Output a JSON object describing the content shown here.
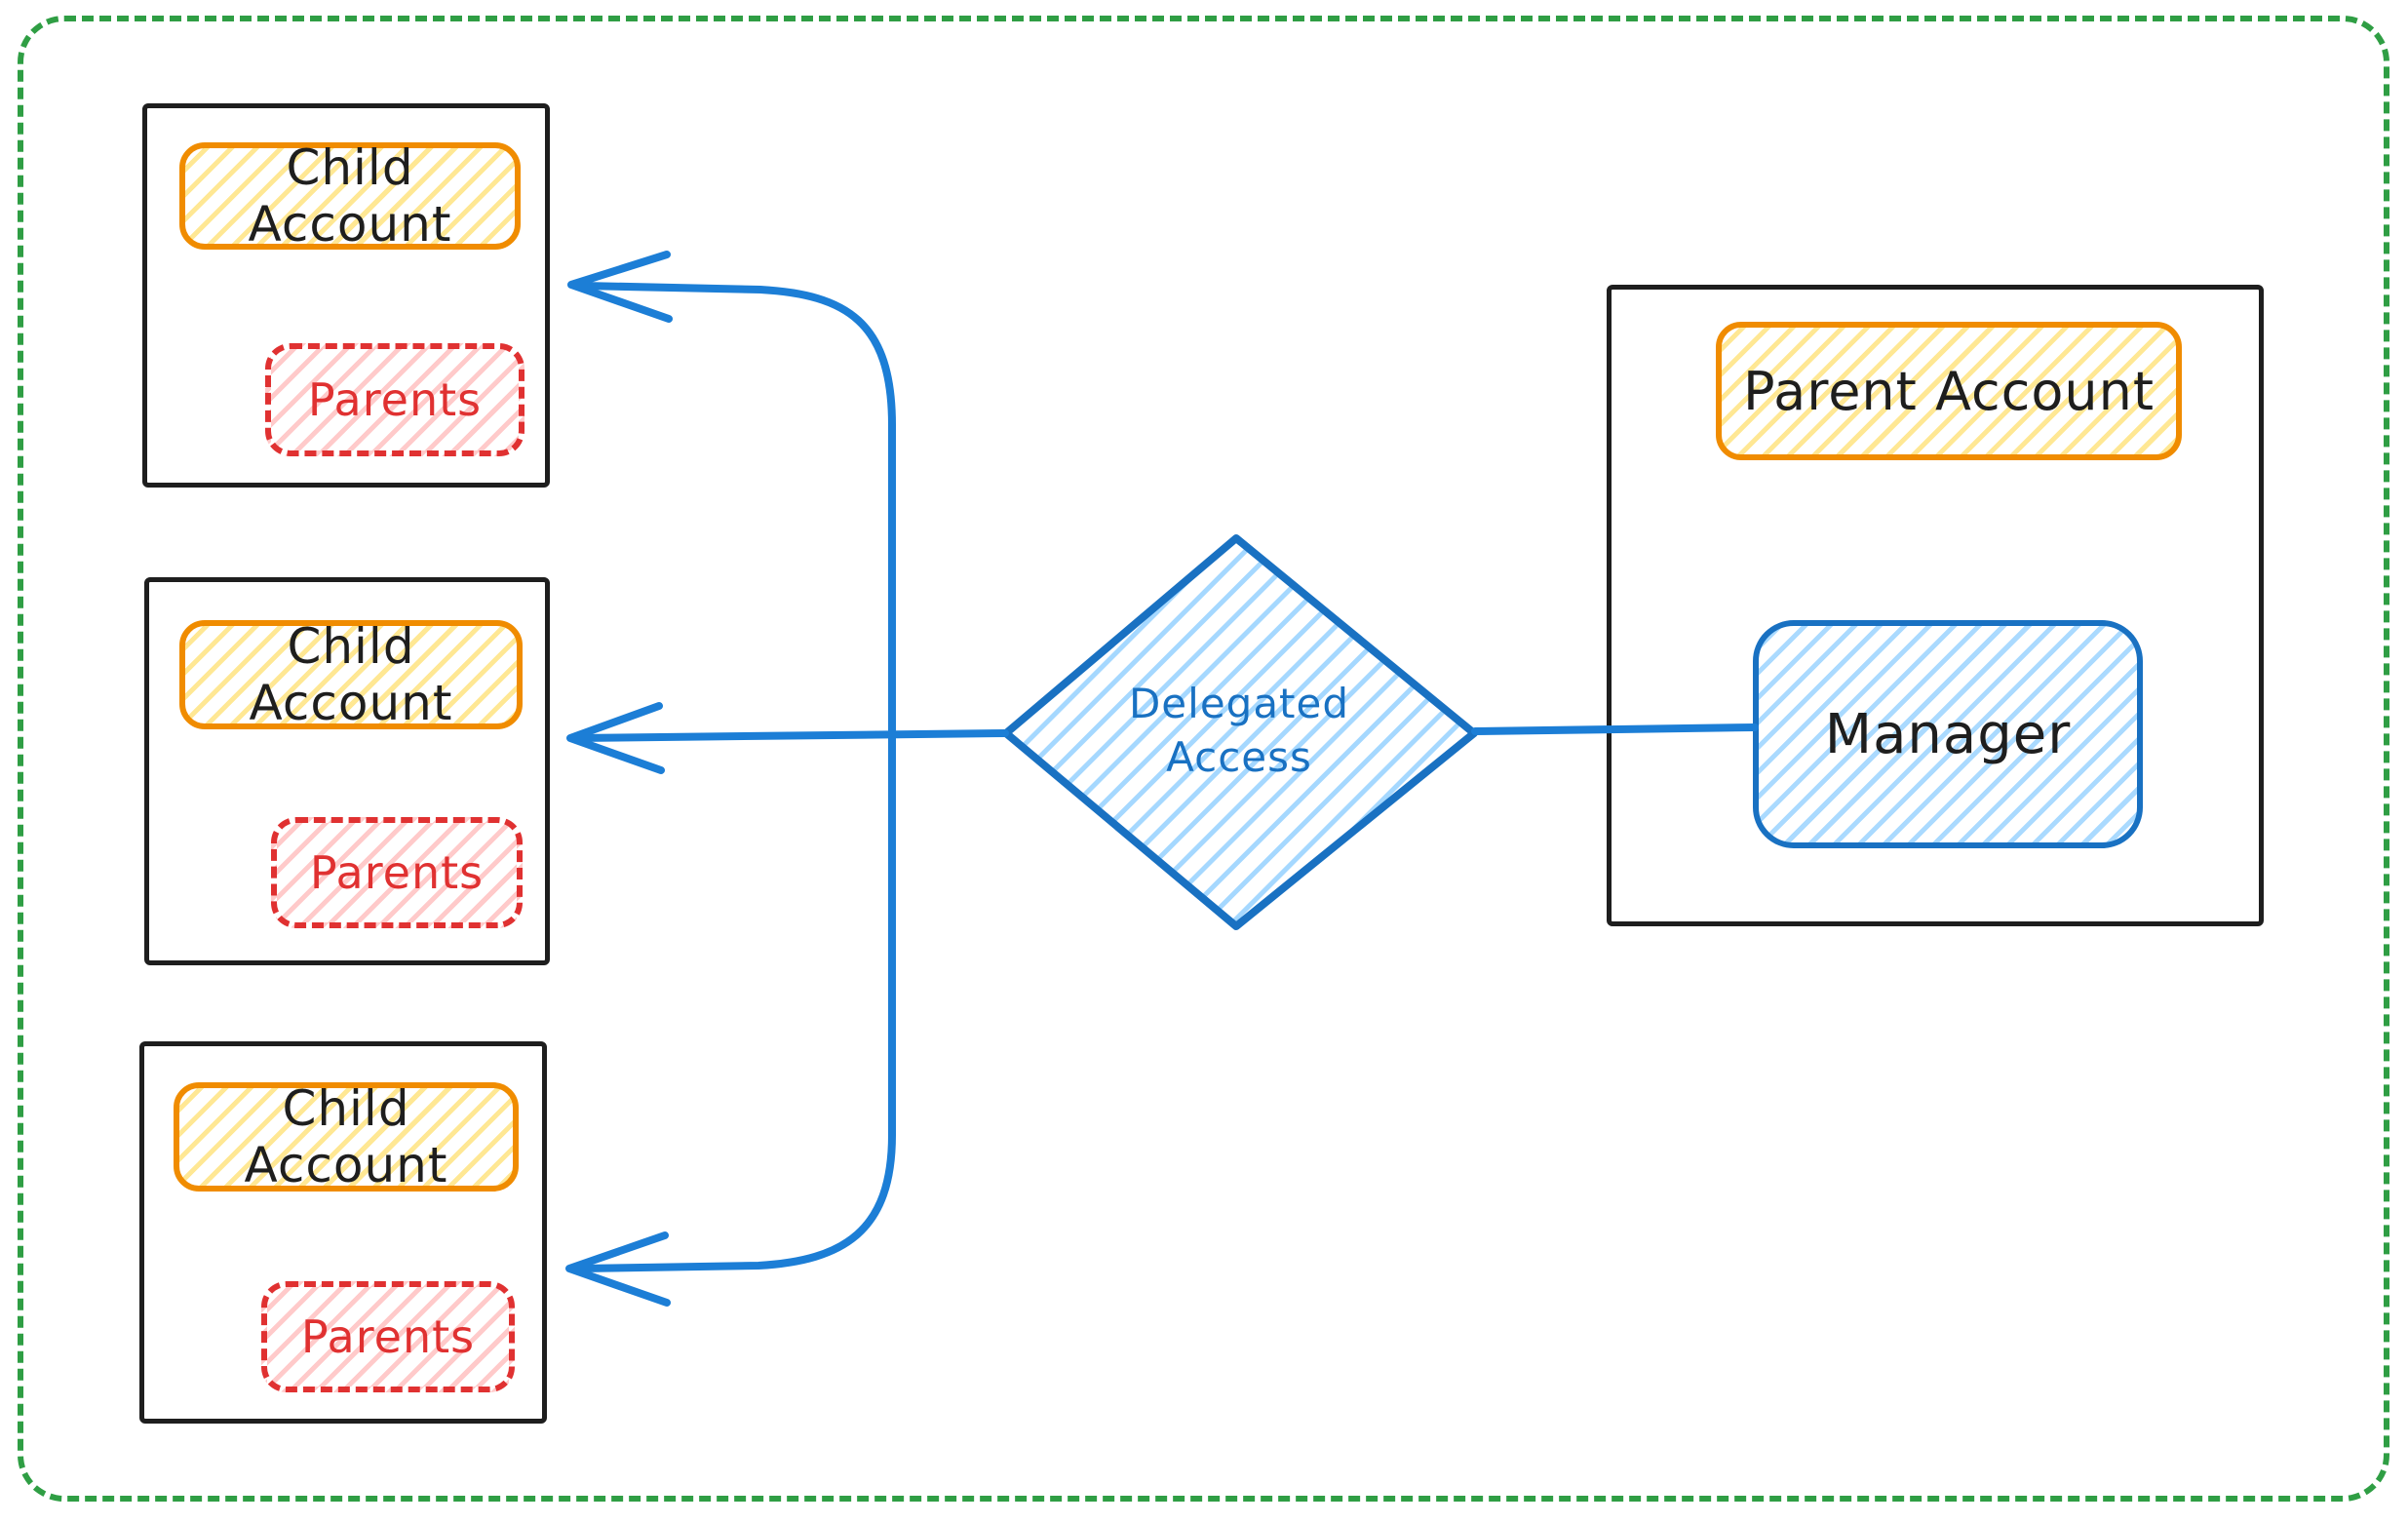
{
  "colors": {
    "canvas_border_green": "#2f9e44",
    "box_stroke_black": "#1e1e1e",
    "accent_orange": "#f08c00",
    "accent_yellow_fill": "#ffd43b",
    "accent_red": "#e03131",
    "accent_pink_fill": "#ffc9c9",
    "accent_blue": "#1c7ed6",
    "accent_blue_stroke": "#1971c2",
    "accent_blue_light_fill": "#a5d8ff",
    "background": "#ffffff"
  },
  "children": [
    {
      "label": "Child Account",
      "sub_label": "Parents"
    },
    {
      "label": "Child Account",
      "sub_label": "Parents"
    },
    {
      "label": "Child Account",
      "sub_label": "Parents"
    }
  ],
  "parent": {
    "label": "Parent Account",
    "manager_label": "Manager"
  },
  "decision": {
    "label": "Delegated\nAccess"
  }
}
